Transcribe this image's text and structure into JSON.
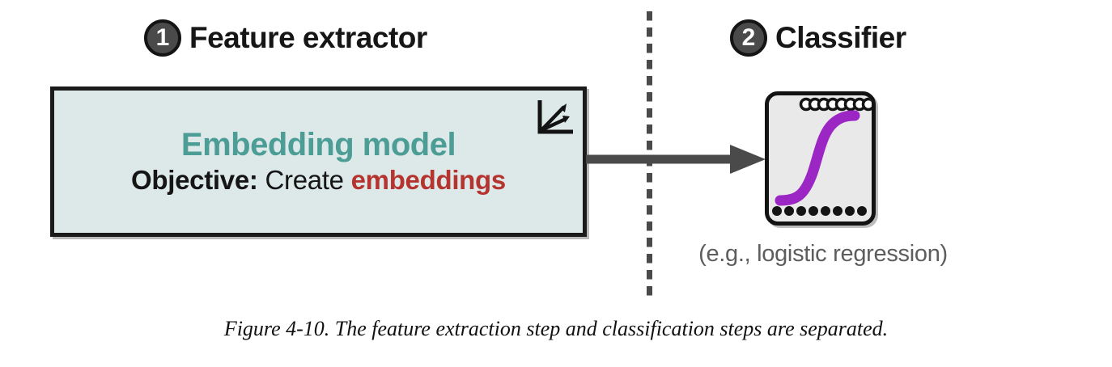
{
  "figure": {
    "caption": "Figure 4-10. The feature extraction step and classification steps are separated."
  },
  "steps": [
    {
      "number": "1",
      "title": "Feature extractor",
      "badge_color": "#4a4a4a"
    },
    {
      "number": "2",
      "title": "Classifier",
      "badge_color": "#4a4a4a"
    }
  ],
  "feature_extractor": {
    "box_fill": "#dde9e8",
    "box_border": "#1b1b1b",
    "model_title": "Embedding model",
    "model_title_color": "#4c9d96",
    "objective_label": "Objective:",
    "objective_text": "Create",
    "objective_emphasis": "embeddings",
    "objective_emphasis_color": "#b5342f",
    "icon_name": "vector-axes-icon"
  },
  "flow": {
    "arrow_name": "flow-arrow-right",
    "arrow_color": "#4a4a4a",
    "divider_name": "vertical-dashed-divider",
    "divider_color": "#4a4a4a"
  },
  "classifier": {
    "box_fill": "#e9e9e9",
    "box_border": "#131313",
    "curve_color": "#9b26c4",
    "curve_name": "sigmoid-curve",
    "top_dots_count": 8,
    "top_dots_style": "hollow",
    "bottom_dots_count": 8,
    "bottom_dots_style": "filled",
    "note": "(e.g., logistic regression)",
    "note_color": "#5d5d5d"
  }
}
